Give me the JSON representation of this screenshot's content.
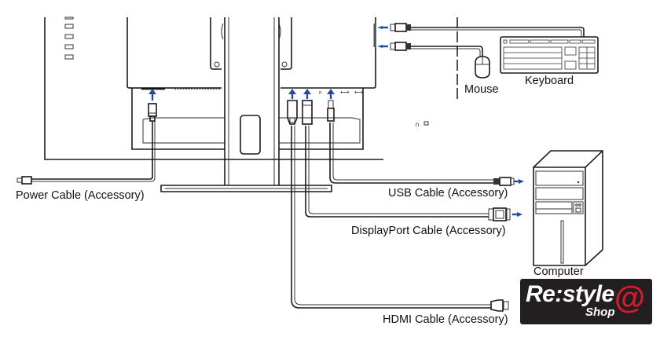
{
  "diagram": {
    "title": "Monitor cable connection diagram",
    "labels": {
      "power_cable": "Power Cable (Accessory)",
      "usb_cable": "USB Cable (Accessory)",
      "displayport_cable": "DisplayPort Cable (Accessory)",
      "hdmi_cable": "HDMI Cable (Accessory)",
      "mouse": "Mouse",
      "keyboard": "Keyboard",
      "computer": "Computer"
    },
    "colors": {
      "arrow": "#1f4e9a",
      "line": "#1a1a1a",
      "logo_bg": "#231f20",
      "logo_accent": "#d51c2e"
    }
  },
  "logo": {
    "main": "Re:style",
    "sub": "Shop",
    "symbol": "@"
  }
}
